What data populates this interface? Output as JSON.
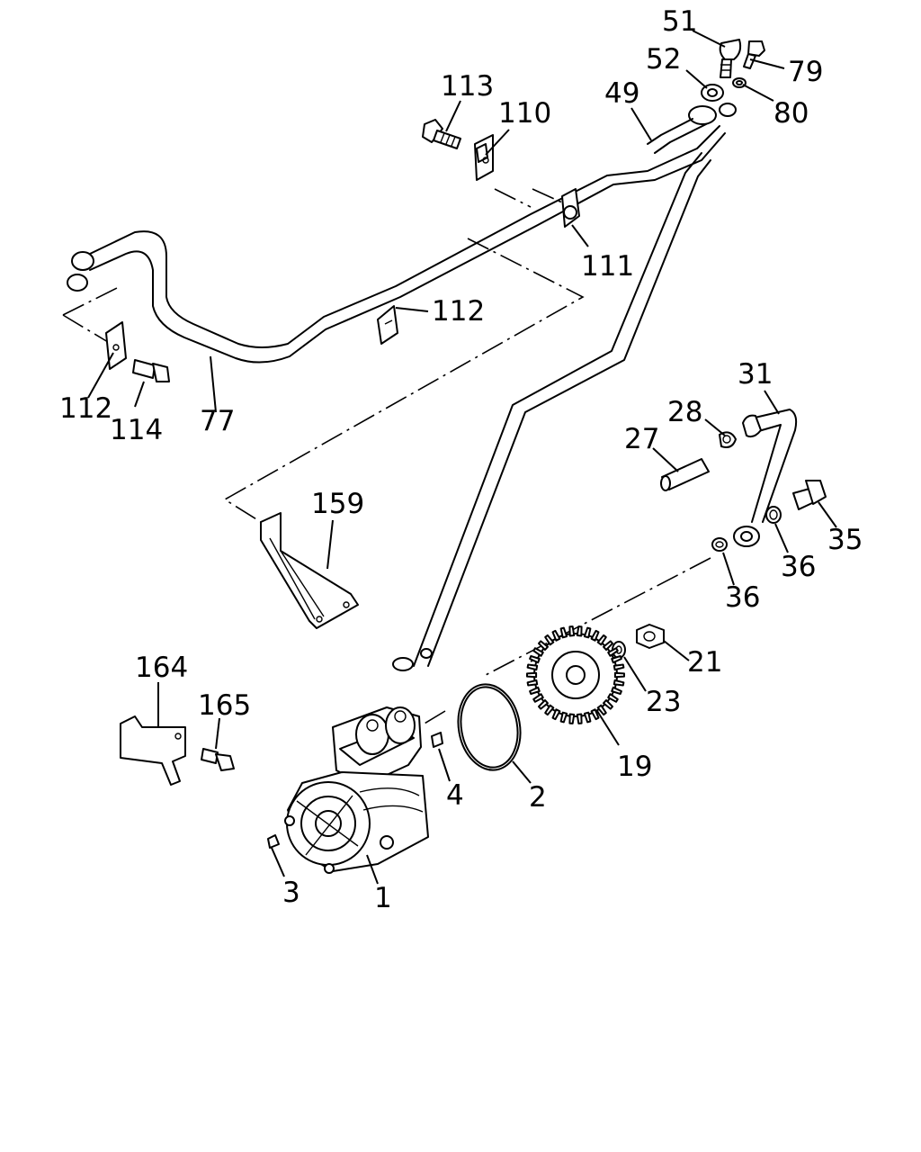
{
  "callouts": {
    "c51": "51",
    "c52": "52",
    "c79": "79",
    "c80": "80",
    "c49": "49",
    "c113": "113",
    "c110": "110",
    "c111": "111",
    "c112a": "112",
    "c112b": "112",
    "c114": "114",
    "c77": "77",
    "c31": "31",
    "c28": "28",
    "c27": "27",
    "c35": "35",
    "c36a": "36",
    "c36b": "36",
    "c159": "159",
    "c21": "21",
    "c23": "23",
    "c19": "19",
    "c164": "164",
    "c165": "165",
    "c4": "4",
    "c2": "2",
    "c3": "3",
    "c1": "1"
  }
}
